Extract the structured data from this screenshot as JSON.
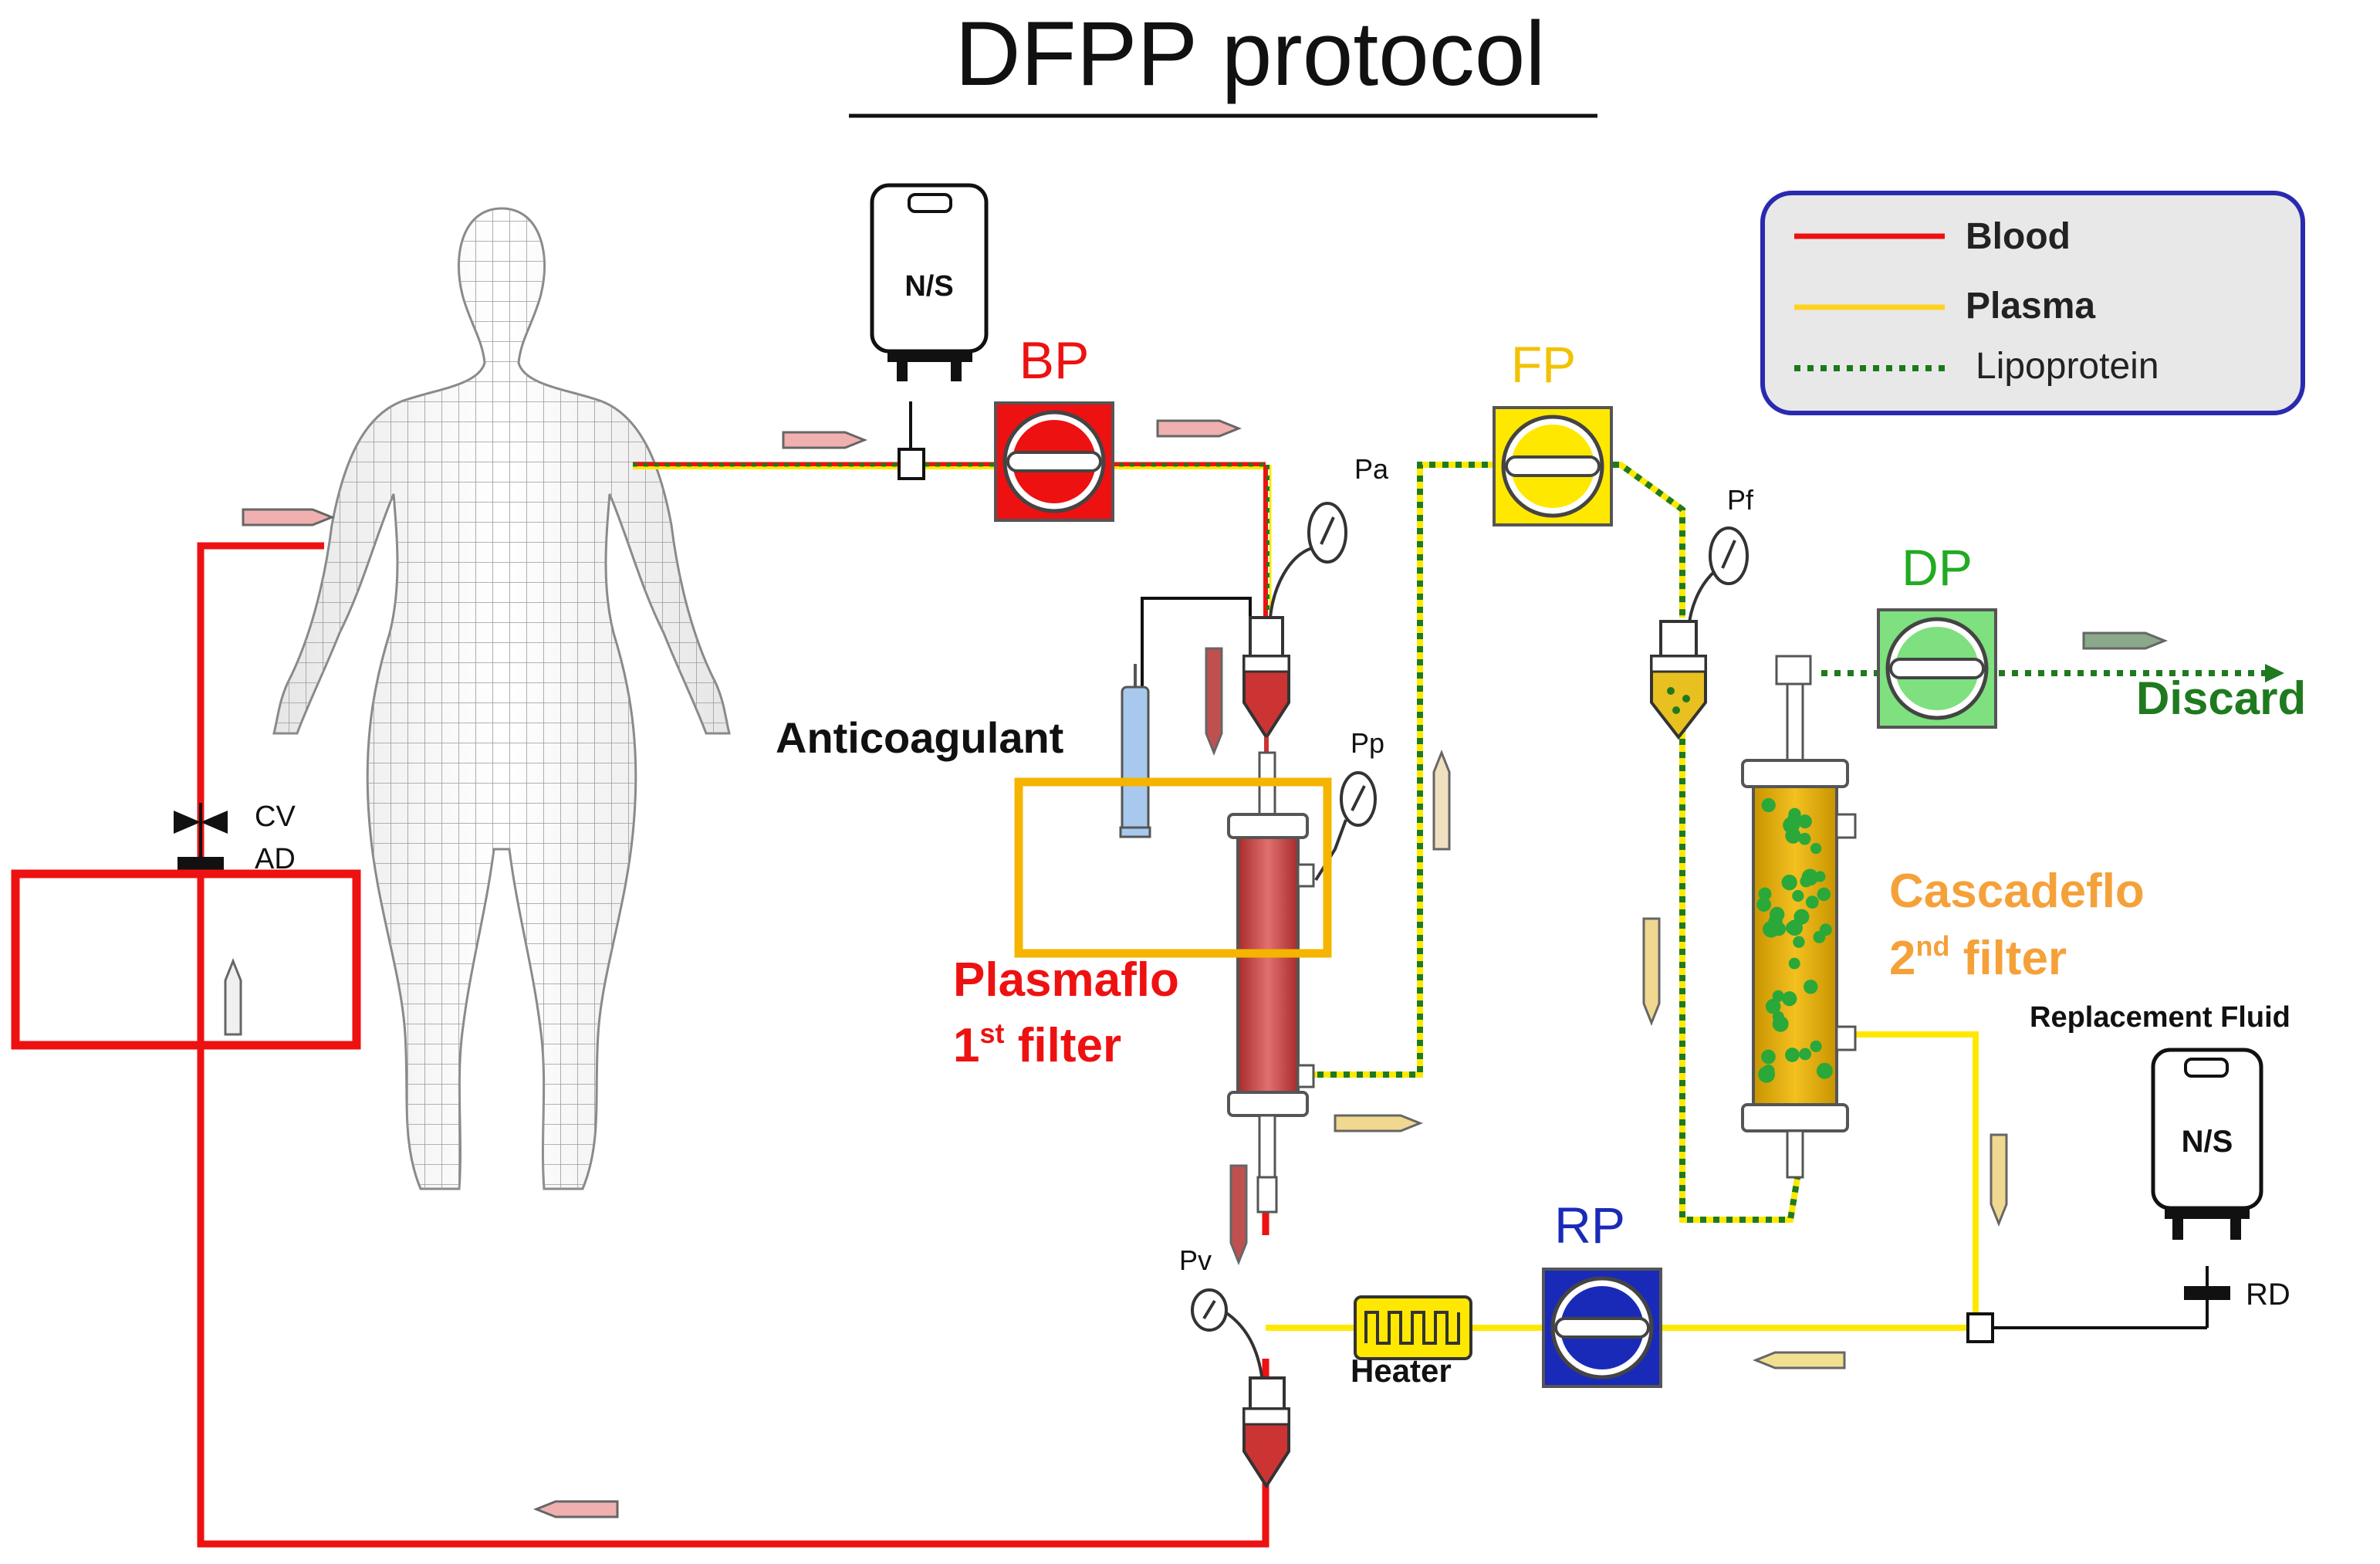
{
  "title": "DFPP protocol",
  "legend": {
    "items": [
      {
        "label": "Blood",
        "color": "#ee1111",
        "style": "solid"
      },
      {
        "label": "Plasma",
        "color": "#ffd21f",
        "style": "solid"
      },
      {
        "label": "Lipoprotein",
        "color": "#1a7a1a",
        "style": "dotted"
      }
    ]
  },
  "colors": {
    "blood": "#ee1111",
    "plasma": "#ffe800",
    "lipoprotein": "#1f7a1f",
    "highlight_orange": "#f5b400",
    "highlight_red": "#ee1111"
  },
  "pumps": {
    "bp": {
      "label": "BP",
      "color": "#ee1111"
    },
    "fp": {
      "label": "FP",
      "color": "#f2c200"
    },
    "dp": {
      "label": "DP",
      "color": "#22aa22"
    },
    "rp": {
      "label": "RP",
      "color": "#1a2ab8"
    }
  },
  "bags": {
    "ns_top": "N/S",
    "ns_replacement": "N/S"
  },
  "labels": {
    "anticoagulant": "Anticoagulant",
    "plasmaflo_line1": "Plasmaflo",
    "plasmaflo_line2_main": "1",
    "plasmaflo_line2_sup": "st",
    "plasmaflo_line2_rest": " filter",
    "cascadeflo_line1": "Cascadeflo",
    "cascadeflo_line2_main": "2",
    "cascadeflo_line2_sup": "nd",
    "cascadeflo_line2_rest": " filter",
    "discard": "Discard",
    "replacement_fluid": "Replacement Fluid",
    "heater": "Heater",
    "rd": "RD",
    "cv": "CV",
    "ad": "AD",
    "pa": "Pa",
    "pp": "Pp",
    "pf": "Pf",
    "pv": "Pv"
  }
}
